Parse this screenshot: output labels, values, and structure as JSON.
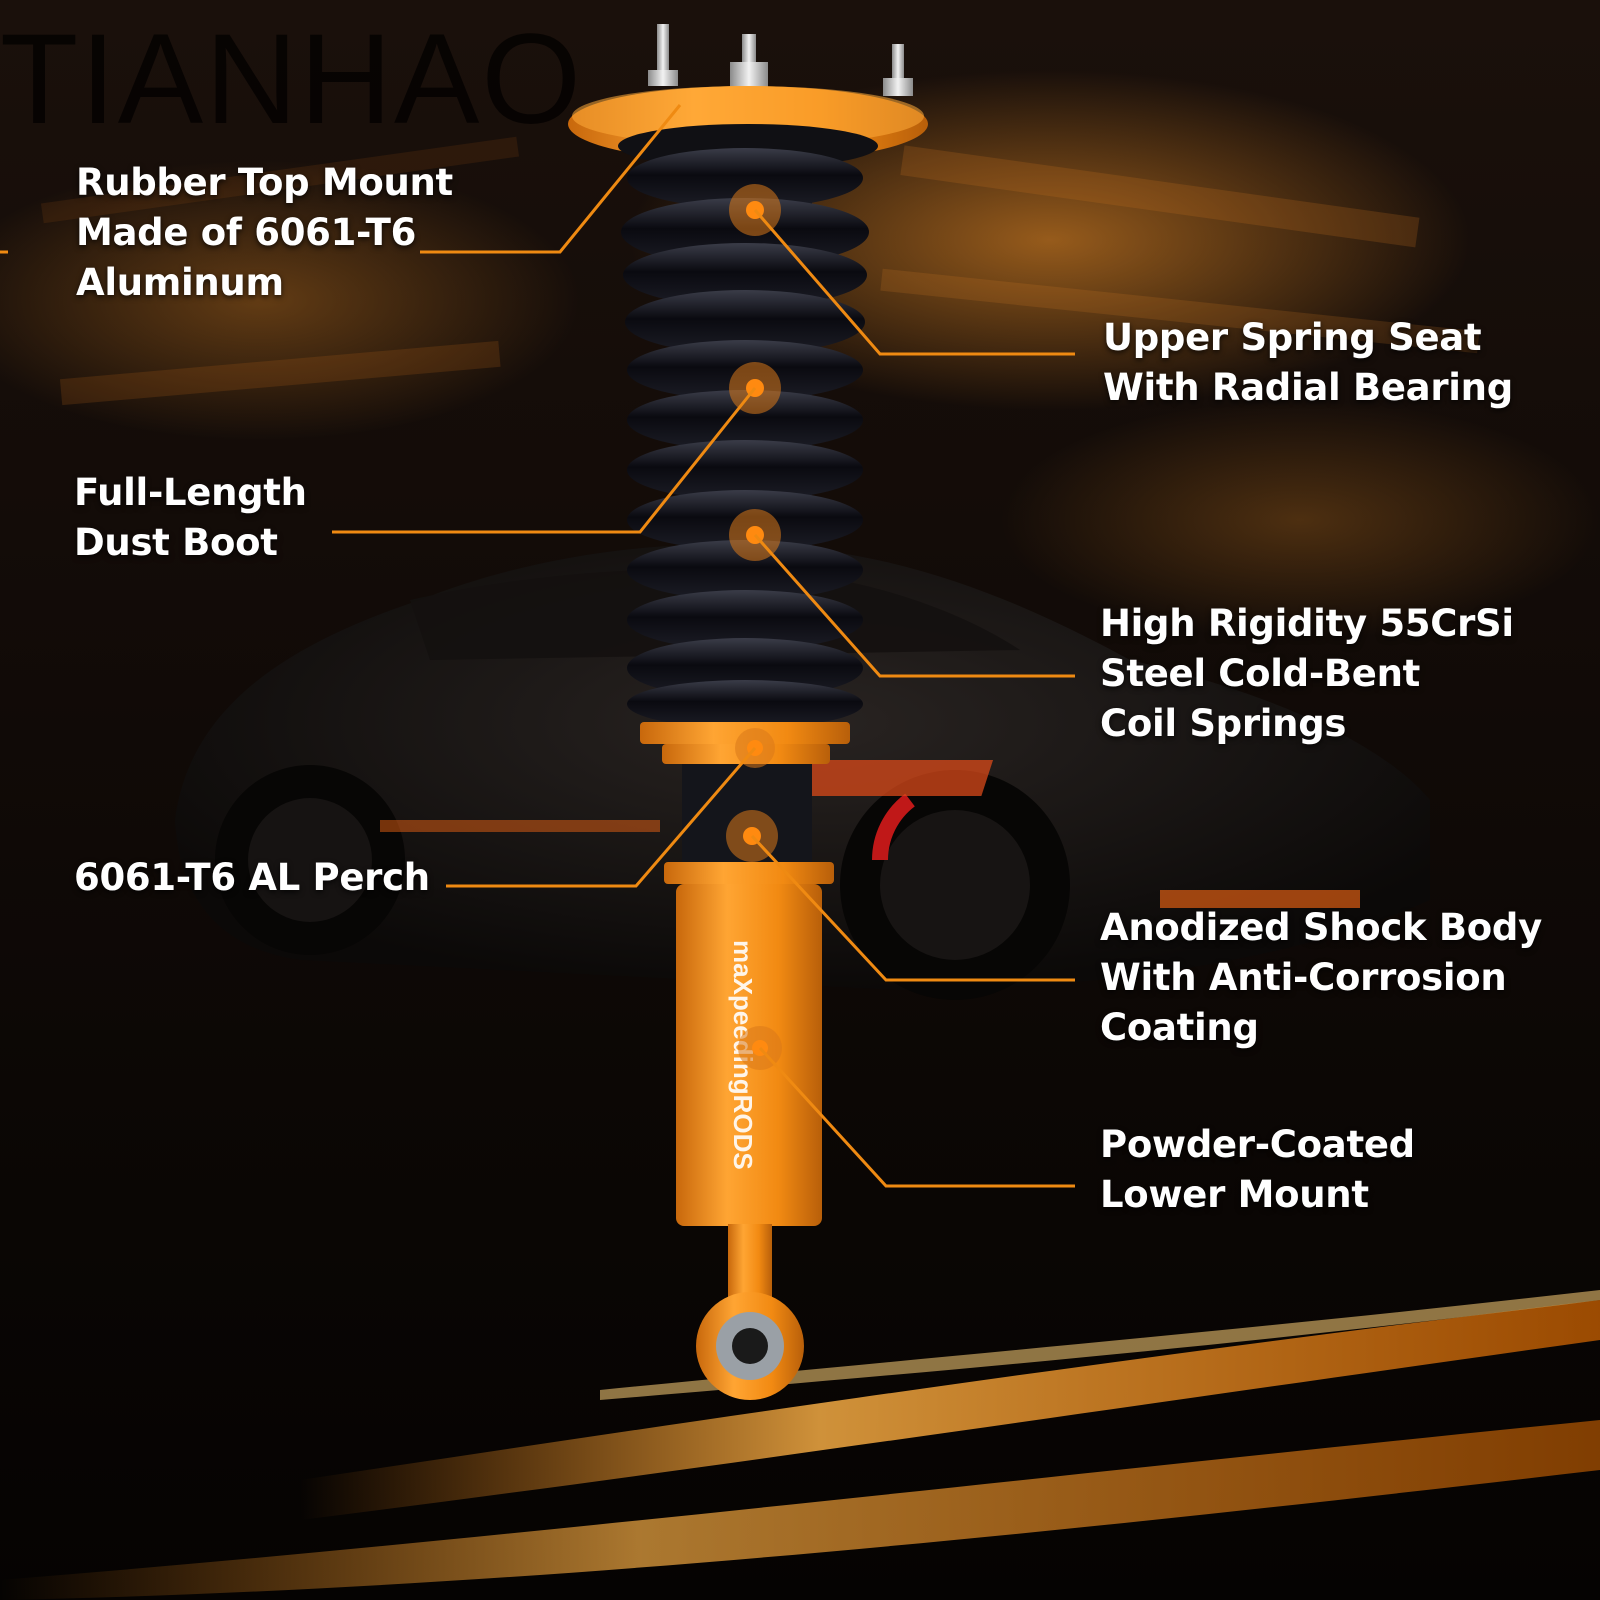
{
  "watermark": "TIANHAO",
  "brand_logo": "maXpeedingRODS",
  "accent_color": "#ef8a12",
  "callouts": {
    "top_mount": [
      "Rubber Top Mount",
      "Made of 6061-T6",
      "Aluminum"
    ],
    "spring_seat": [
      "Upper Spring Seat",
      "With Radial Bearing"
    ],
    "dust_boot": [
      "Full-Length",
      "Dust Boot"
    ],
    "coil_springs": [
      "High Rigidity 55CrSi",
      "Steel Cold-Bent",
      "Coil Springs"
    ],
    "perch": [
      "6061-T6 AL Perch"
    ],
    "shock_body": [
      "Anodized Shock Body",
      "With Anti-Corrosion",
      "Coating"
    ],
    "lower_mount": [
      "Powder-Coated",
      "Lower Mount"
    ]
  }
}
